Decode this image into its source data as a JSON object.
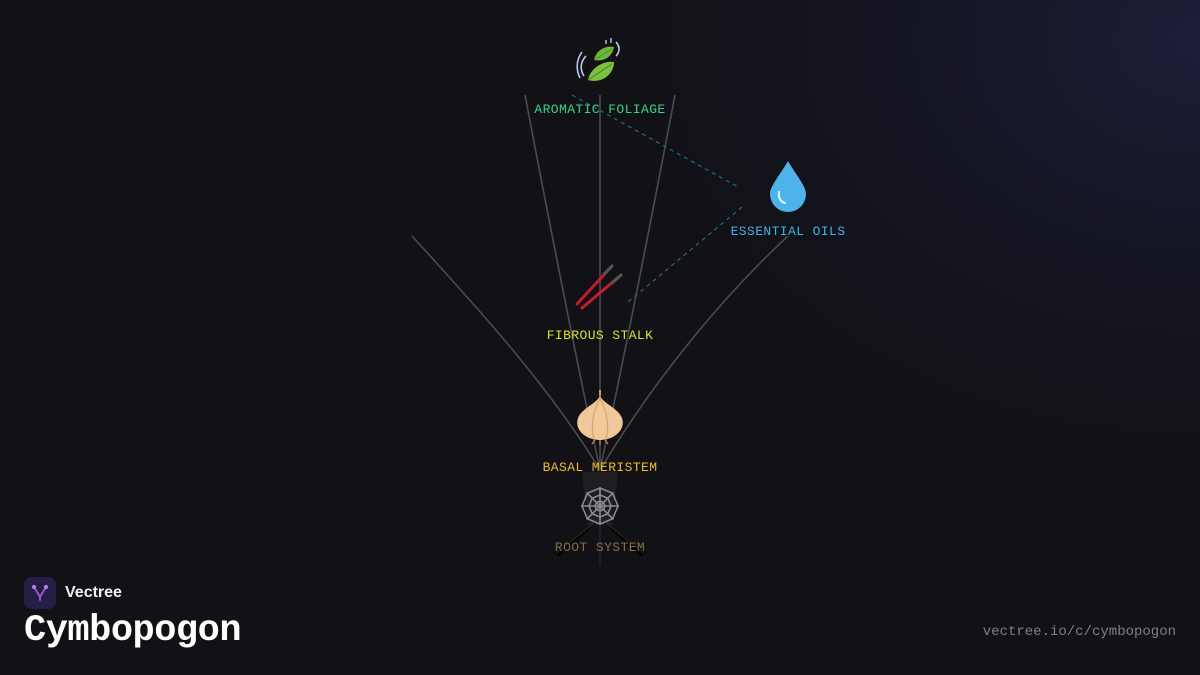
{
  "brand": {
    "name": "Vectree"
  },
  "title": "Cymbopogon",
  "url": "vectree.io/c/cymbopogon",
  "nodes": {
    "foliage": {
      "label": "AROMATIC FOLIAGE",
      "icon": "leaf-fluttering-icon",
      "color": "#39d48a"
    },
    "oils": {
      "label": "ESSENTIAL OILS",
      "icon": "droplet-icon",
      "color": "#3fb4e6"
    },
    "stalk": {
      "label": "FIBROUS STALK",
      "icon": "stalk-icon",
      "color": "#d9e03a"
    },
    "meristem": {
      "label": "BASAL MERISTEM",
      "icon": "onion-icon",
      "color": "#eebb2e"
    },
    "roots": {
      "label": "ROOT SYSTEM",
      "icon": "web-icon",
      "color": "#8a6a4a"
    }
  },
  "colors": {
    "background": "#111116",
    "line": "#4a4a4f",
    "dashed_link": "#1f6f7a"
  }
}
